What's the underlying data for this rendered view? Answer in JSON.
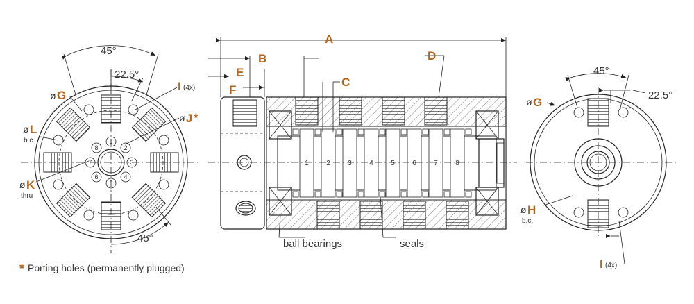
{
  "labels": {
    "A": "A",
    "B": "B",
    "C": "C",
    "D": "D",
    "E": "E",
    "F": "F",
    "G": "G",
    "H": "H",
    "I": "I",
    "J": "J",
    "K": "K",
    "L": "L",
    "J_star": "*"
  },
  "text": {
    "diam": "ø",
    "angle_45": "45°",
    "angle_22_5": "22.5°",
    "count_4x": "(4x)",
    "bc": "b.c.",
    "thru": "thru",
    "ball_bearings": "ball bearings",
    "seals": "seals",
    "footnote_star": "*",
    "footnote": "Porting holes (permanently plugged)"
  },
  "ports": [
    "1",
    "2",
    "3",
    "4",
    "5",
    "6",
    "7",
    "8"
  ],
  "colors": {
    "accent": "#b5651d",
    "line": "#222222"
  }
}
